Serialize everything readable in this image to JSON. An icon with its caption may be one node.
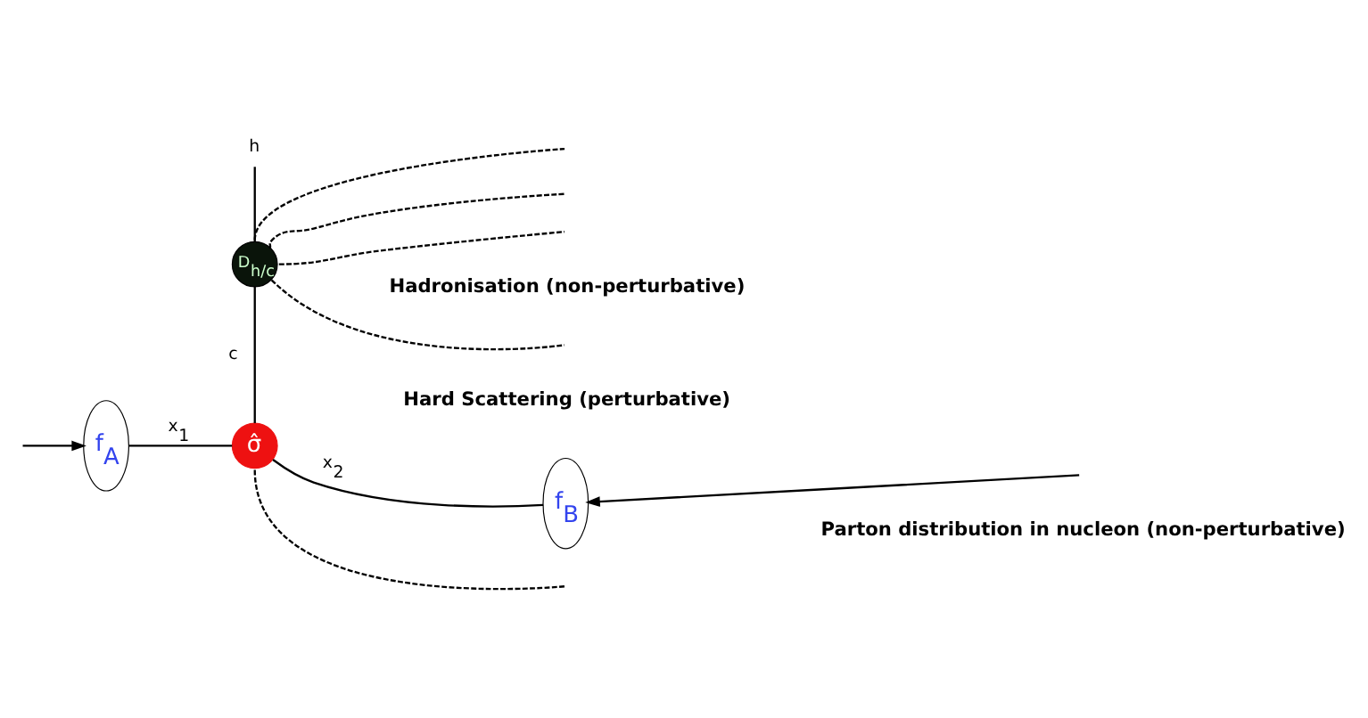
{
  "diagram": {
    "nodes": [
      {
        "text": [
          "f$_{A}$"
        ]
      },
      {
        "text": [
          "σ̂"
        ]
      },
      {
        "text": [
          "f$_{B}$"
        ]
      },
      {
        "text": [
          "D$_{h/c}$"
        ]
      },
      {
        "text": [
          "h"
        ]
      }
    ],
    "edges": [
      {
        "from": null,
        "to": 0,
        "arrow": "to"
      },
      {
        "from": 0,
        "to": 1,
        "arrow": "none",
        "label": "x$_{1}$"
      },
      {
        "from": 1,
        "to": 2,
        "arrow": "none",
        "label": "x$_{2}$"
      },
      {
        "from": null,
        "to": 2,
        "arrow": "to"
      },
      {
        "from": 1,
        "to": 3,
        "arrow": "none",
        "label": "c"
      },
      {
        "from": 3,
        "to": 4,
        "arrow": "none"
      },
      {
        "from": 3,
        "to": null,
        "arrow": "none",
        "style": "dashed"
      },
      {
        "from": 3,
        "to": null,
        "arrow": "none",
        "style": "dashed"
      },
      {
        "from": 3,
        "to": null,
        "arrow": "none",
        "style": "dashed"
      },
      {
        "from": 3,
        "to": null,
        "arrow": "none",
        "style": "dashed"
      },
      {
        "from": 1,
        "to": null,
        "arrow": "none",
        "style": "dashed"
      }
    ],
    "labels": [
      "Hadronisation (non-perturbative)",
      "Hard Scattering (perturbative)",
      "Parton distribution in nucleon (non-perturbative)"
    ]
  }
}
